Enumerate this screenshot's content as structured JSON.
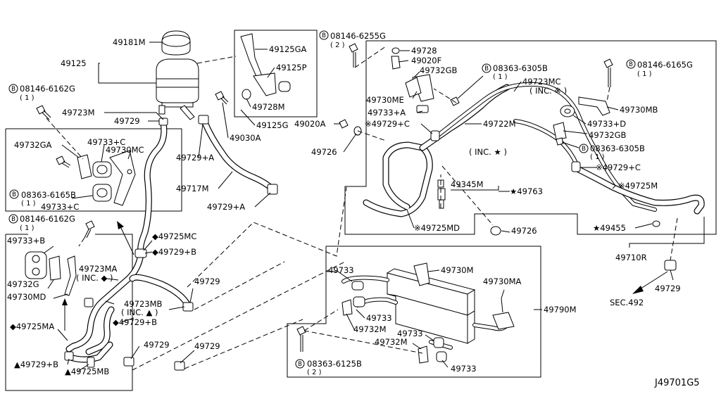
{
  "diagram_id": "J49701G5",
  "bolt_marker": "B",
  "labels": {
    "p49181M": "49181M",
    "p49125": "49125",
    "b08146_6162G_a": "08146-6162G",
    "q1_a": "( 1 )",
    "p49723M": "49723M",
    "p49729_tank": "49729",
    "p49732GA": "49732GA",
    "p49733C_a": "49733+C",
    "p49730MC": "49730MC",
    "b08363_6165B": "08363-6165B",
    "q1_b": "( 1 )",
    "p49733C_b": "49733+C",
    "b08146_6162G_b": "08146-6162G",
    "q1_c": "( 1 )",
    "p49733B": "49733+B",
    "p49732G": "49732G",
    "p49730MD": "49730MD",
    "p49723MA": "49723MA",
    "inc_diamond": "( INC. ◆ )",
    "p49723MB": "49723MB",
    "inc_triangle": "( INC. ▲ )",
    "p49725MA": "◆49725MA",
    "p49729B_bl": "▲49729+B",
    "p49725MB": "▲49725MB",
    "p49725MC": "◆49725MC",
    "p49729B_c": "◆49729+B",
    "p49729B_d": "◆49729+B",
    "p49729_mid": "49729",
    "p49729_b1": "49729",
    "p49729_b2": "49729",
    "p49125GA": "49125GA",
    "p49125P": "49125P",
    "p49728M": "49728M",
    "p49125G": "49125G",
    "p49030A": "49030A",
    "p49729A_a": "49729+A",
    "p49717M": "49717M",
    "p49729A_b": "49729+A",
    "b08146_6255G": "08146-6255G",
    "q2_a": "( 2 )",
    "p49728": "49728",
    "p49020F": "49020F",
    "p49732GB_a": "49732GB",
    "p49730ME": "49730ME",
    "p49733A": "49733+A",
    "p49020A": "49020A",
    "p49729C_a": "※49729+C",
    "p49726_a": "49726",
    "p49722M": "49722M",
    "inc_star": "( INC. ★ )",
    "b08363_6305B_a": "08363-6305B",
    "q1_d": "( 1 )",
    "p49723MC": "49723MC",
    "inc_ref": "( INC. ※ )",
    "b08146_6165G": "08146-6165G",
    "q1_e": "( 1 )",
    "p49730MB": "49730MB",
    "p49733D": "49733+D",
    "p49732GB_b": "49732GB",
    "b08363_6305B_b": "08363-6305B",
    "q1_f": "( 1 )",
    "p49729C_b": "※49729+C",
    "p49345M": "49345M",
    "p49763": "★49763",
    "p49725M": "※49725M",
    "p49455": "★49455",
    "p49725MD": "※49725MD",
    "p49726_b": "49726",
    "p49710R": "49710R",
    "p49729_r": "49729",
    "sec492": "SEC.492",
    "p49733_a": "49733",
    "p49730M": "49730M",
    "p49733_b": "49733",
    "p49732M_a": "49732M",
    "p49730MA": "49730MA",
    "p49790M": "49790M",
    "p49733_c": "49733",
    "p49732M_b": "49732M",
    "b08363_6125B": "08363-6125B",
    "q2_b": "( 2 )",
    "p49733_d": "49733"
  }
}
